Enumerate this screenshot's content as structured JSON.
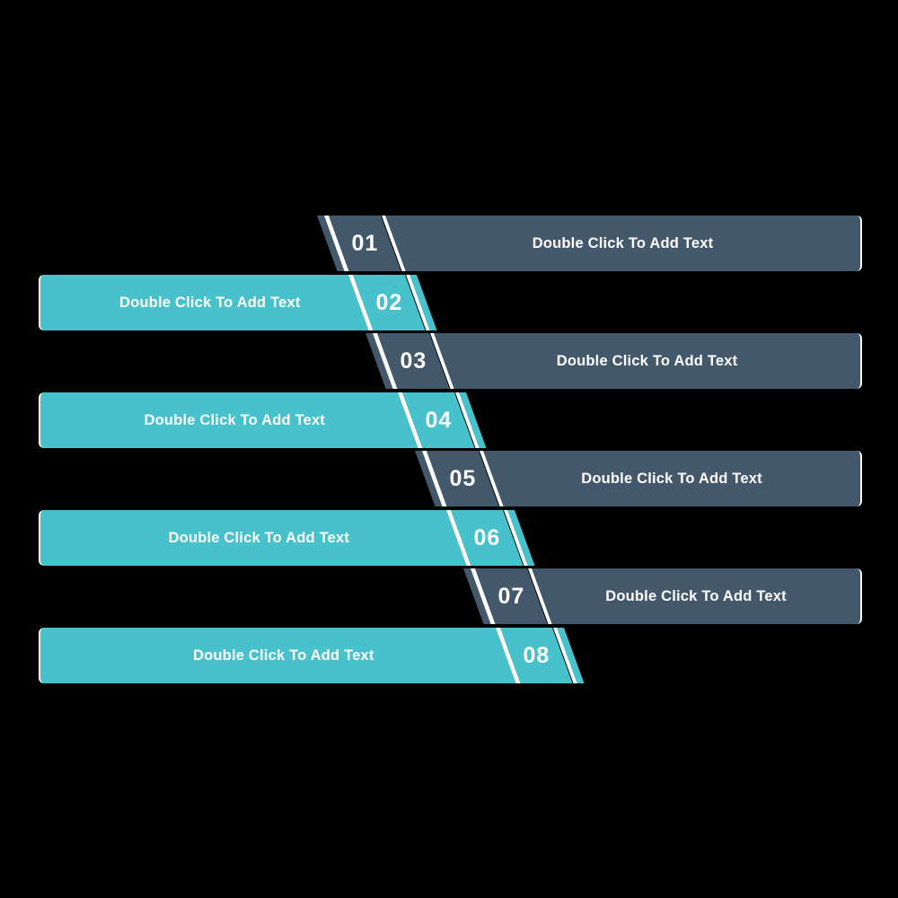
{
  "diagram": {
    "type": "staircase-steps-template",
    "background": "#000000",
    "colors": {
      "dark_step": "#43586A",
      "teal_step": "#47C1CB",
      "divider": "#FFFFFF",
      "text": "#FFFFFF"
    },
    "rows": [
      {
        "number": "01",
        "label": "Double Click To Add Text",
        "side": "right",
        "color": "dark"
      },
      {
        "number": "02",
        "label": "Double Click To Add Text",
        "side": "left",
        "color": "teal"
      },
      {
        "number": "03",
        "label": "Double Click To Add Text",
        "side": "right",
        "color": "dark"
      },
      {
        "number": "04",
        "label": "Double Click To Add Text",
        "side": "left",
        "color": "teal"
      },
      {
        "number": "05",
        "label": "Double Click To Add Text",
        "side": "right",
        "color": "dark"
      },
      {
        "number": "06",
        "label": "Double Click To Add Text",
        "side": "left",
        "color": "teal"
      },
      {
        "number": "07",
        "label": "Double Click To Add Text",
        "side": "right",
        "color": "dark"
      },
      {
        "number": "08",
        "label": "Double Click To Add Text",
        "side": "left",
        "color": "teal"
      }
    ]
  }
}
